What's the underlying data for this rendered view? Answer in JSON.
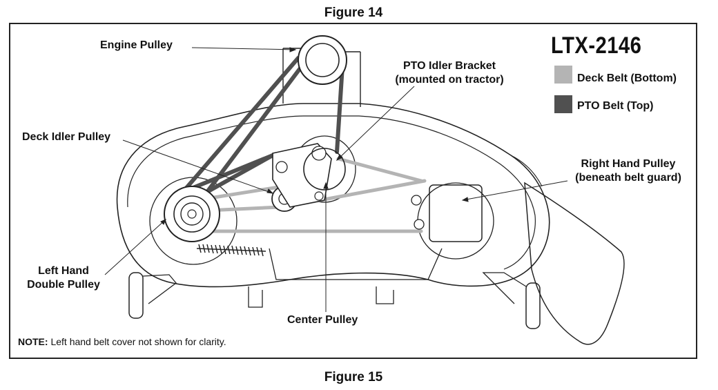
{
  "captions": {
    "top": "Figure 14",
    "bottom": "Figure 15"
  },
  "model": "LTX-2146",
  "legend": {
    "items": [
      {
        "label": "Deck Belt (Bottom)",
        "color": "#b4b4b4"
      },
      {
        "label": "PTO Belt (Top)",
        "color": "#505050"
      }
    ]
  },
  "labels": {
    "engine_pulley": "Engine Pulley",
    "pto_idler_bracket_1": "PTO Idler Bracket",
    "pto_idler_bracket_2": "(mounted on tractor)",
    "deck_idler_pulley": "Deck Idler Pulley",
    "right_hand_pulley_1": "Right Hand Pulley",
    "right_hand_pulley_2": "(beneath belt guard)",
    "left_hand_double_pulley_1": "Left Hand",
    "left_hand_double_pulley_2": "Double Pulley",
    "center_pulley": "Center Pulley"
  },
  "note": {
    "prefix": "NOTE:",
    "text": " Left hand belt cover not shown for clarity."
  }
}
